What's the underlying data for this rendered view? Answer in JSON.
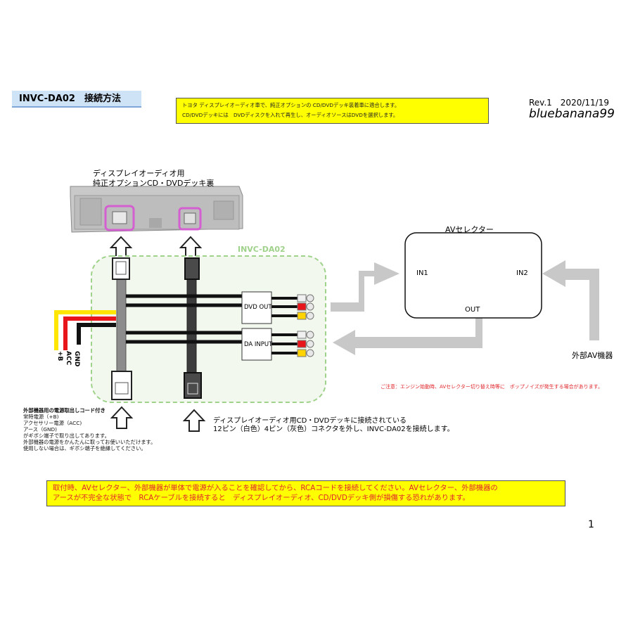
{
  "header": {
    "title": "INVC-DA02　接続方法",
    "notice_line1": "トヨタ ディスプレイオーディオ車で、純正オプションの CD/DVDデッキ装着車に適合します。",
    "notice_line2": "CD/DVDデッキには　DVDディスクを入れて再生し、オーディオソースはDVDを選択します。",
    "rev": "Rev.1　2020/11/19",
    "author": "bluebanana99"
  },
  "deck": {
    "label_line1": "ディスプレイオーディオ用",
    "label_line2": "純正オプションCD・DVDデッキ裏"
  },
  "adapter": {
    "label": "INVC-DA02",
    "dvd_out": "DVD OUT",
    "da_input": "DA INPUT"
  },
  "power_wires": {
    "gnd": "GND",
    "acc": "ACC",
    "plus_b": "+B"
  },
  "selector": {
    "label": "AVセレクター",
    "in1": "IN1",
    "in2": "IN2",
    "out": "OUT"
  },
  "external": {
    "label": "外部AV機器"
  },
  "caution": "ご注意：エンジン始動時、AVセレクター切り替え時等に　ポップノイズが発生する場合があります。",
  "power_cord": {
    "title": "外部機器用の電源取出しコード付き",
    "lines": [
      "常時電源（+B)",
      "アクセサリー電源（ACC)",
      "アース（GND)",
      "がギボシ端子で取り出してあります。",
      "外部機器の電源をかんたんに取ってお使いいただけます。",
      "使用しない場合は、ギボシ端子を絶縁してください。"
    ]
  },
  "connection_note": {
    "line1": "ディスプレイオーディオ用CD・DVDデッキに接続されている",
    "line2": "12ピン（白色）4ピン（灰色）コネクタを外し、INVC-DA02を接続します。"
  },
  "warning": {
    "line1": "取付時、AVセレクター、外部機器が単体で電源が入ることを確認してから、RCAコードを接続してください。AVセレクター、外部機器の",
    "line2": "アースが不完全な状態で　RCAケーブルを接続すると　ディスプレイオーディオ、CD/DVDデッキ側が損傷する恐れがあります。"
  },
  "page_number": "1",
  "colors": {
    "notice_bg": "#ffff00",
    "title_bg": "#cfe3f6",
    "adapter_outline": "#9fd28a",
    "arrow_gray": "#c8c8c8",
    "warning_text": "#e0262b",
    "connector_highlight": "#d35fd0"
  }
}
